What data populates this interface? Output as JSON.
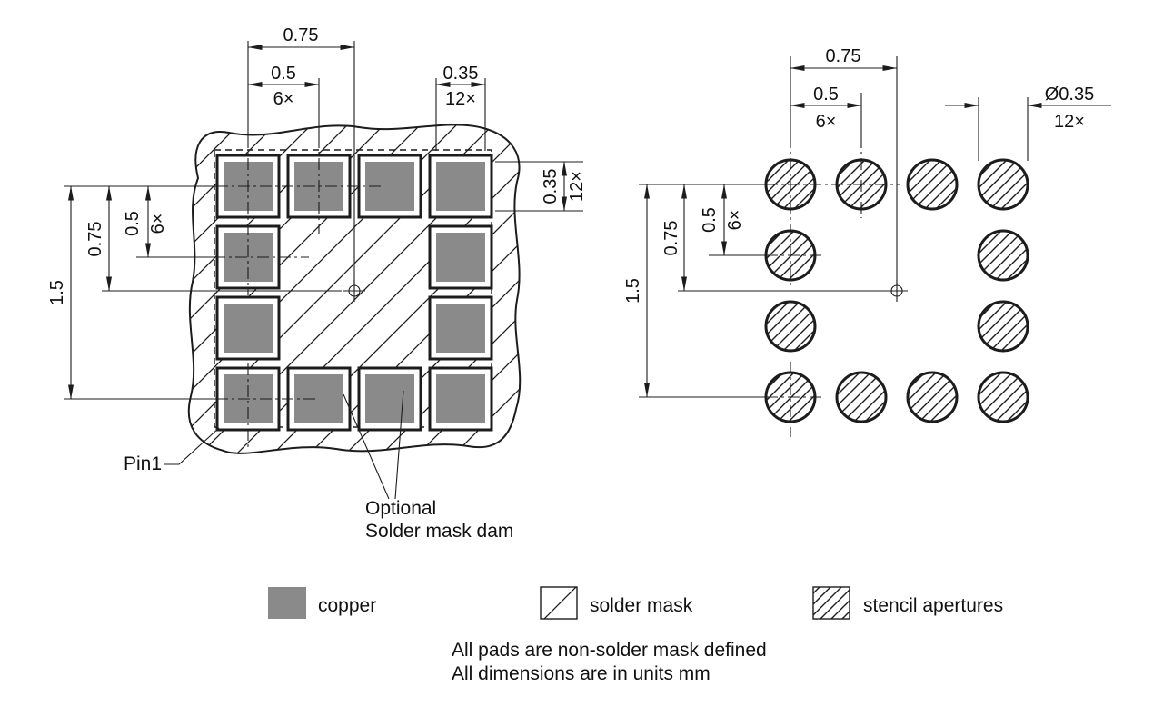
{
  "left_view": {
    "top": {
      "span": "0.75",
      "pitch": "0.5",
      "pitch_count": "6×",
      "pad_width": "0.35",
      "pad_width_count": "12×"
    },
    "side": {
      "overall": "1.5",
      "half_span": "0.75",
      "pitch": "0.5",
      "pitch_count": "6×"
    },
    "right_side": {
      "pad_height": "0.35",
      "pad_height_count": "12×"
    },
    "pin1_label": "Pin1",
    "callout": {
      "line1": "Optional",
      "line2": "Solder mask dam"
    }
  },
  "right_view": {
    "top": {
      "span": "0.75",
      "pitch": "0.5",
      "pitch_count": "6×",
      "diameter": "Ø0.35",
      "diameter_count": "12×"
    },
    "side": {
      "overall": "1.5",
      "half_span": "0.75",
      "pitch": "0.5",
      "pitch_count": "6×"
    }
  },
  "legend": {
    "copper": "copper",
    "solder_mask": "solder mask",
    "stencil_apertures": "stencil apertures"
  },
  "notes": {
    "line1": "All pads are non-solder mask defined",
    "line2": "All dimensions are in units mm"
  },
  "colors": {
    "line": "#1c1c1c",
    "copper_fill": "#8a8a8a",
    "bg": "#ffffff"
  }
}
